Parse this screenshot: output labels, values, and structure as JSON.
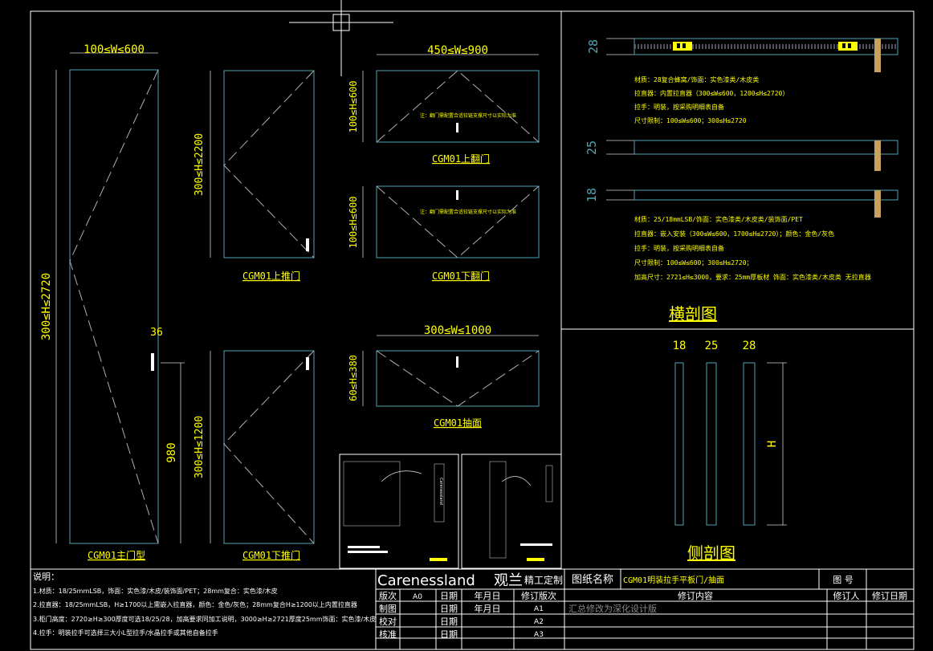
{
  "left_view": {
    "main_door": {
      "width_dim": "100≤W≤600",
      "height_dim": "300≤H≤2720",
      "handle_offset": "36",
      "handle_height": "980",
      "label": "CGM01主门型"
    },
    "upper_door": {
      "height_dim": "300≤H≤2200",
      "label": "CGM01上推门"
    },
    "lower_door": {
      "height_dim": "300≤H≤1200",
      "label": "CGM01下推门"
    },
    "top_flap": {
      "width_dim": "450≤W≤900",
      "height_dim": "100≤H≤600",
      "note": "注：翻门需配置合适铰链支撑尺寸以实际为准",
      "label": "CGM01上翻门"
    },
    "bottom_flap": {
      "height_dim": "100≤H≤600",
      "note": "注：翻门需配置合适铰链支撑尺寸以实际为准",
      "label": "CGM01下翻门"
    },
    "drawer_face": {
      "width_dim": "300≤W≤1000",
      "height_dim": "60≤H≤380",
      "label": "CGM01抽面"
    }
  },
  "cross_section": {
    "thickness_labels": [
      "28",
      "25",
      "18"
    ],
    "spec_28": [
      "材质：28复合蜂窝/饰面：实色漆类/木皮类",
      "拉直器：内置拉直器（300≤W≤600，1200≤H≤2720）",
      "拉手：明装，按采购明细表自备",
      "尺寸限制：100≤W≤600；300≤H≤2720"
    ],
    "spec_25_18": [
      "材质：25/18mmLSB/饰面：实色漆类/木皮类/装饰面/PET",
      "拉直器：嵌入安装（300≤W≤600，1700≤H≤2720）；颜色：金色/灰色",
      "拉手：明装，按采购明细表自备",
      "尺寸限制：100≤W≤600；300≤H≤2720；",
      "加高尺寸：2721≤H≤3000，要求：25mm厚板材 饰面：实色漆类/木皮类 无拉直器"
    ],
    "title": "横剖图"
  },
  "side_view": {
    "labels": [
      "18",
      "25",
      "28"
    ],
    "height_label": "H",
    "title": "侧剖图"
  },
  "notes": {
    "title": "说明：",
    "items": [
      "1.材质：18/25mmLSB，饰面：实色漆/木皮/装饰面/PET；28mm复合：实色漆/木皮",
      "2.拉直器：18/25mmLSB，H≥1700以上需嵌入拉直器，颜色：金色/灰色；28mm复合H≥1200以上内置拉直器",
      "3.柜门高度：2720≥H≥300厚度可选18/25/28，加高要求同加工说明，3000≥H≥2721厚度25mm饰面：实色漆/木皮",
      "4.拉手：明装拉手可选择三大小L型拉手/水晶拉手或其他自备拉手"
    ]
  },
  "detail_thumb": {
    "label": "Carenessland"
  },
  "title_block": {
    "brand": "Carenessland",
    "brand_cn": "观兰",
    "brand_sub": "精工定制",
    "drawing_name_label": "图纸名称",
    "drawing_name": "CGM01明装拉手平板门/抽面",
    "drawing_no_label": "图  号",
    "row_headers": {
      "version": "版次",
      "date": "日期",
      "rev_version": "修订版次",
      "rev_content": "修订内容",
      "reviser": "修订人",
      "rev_date": "修订日期"
    },
    "rows": [
      {
        "role": "版次",
        "v": "A0",
        "date_label": "日期",
        "date": "年月日",
        "rev": "",
        "content": ""
      },
      {
        "role": "制图",
        "v": "",
        "date_label": "日期",
        "date": "年月日",
        "rev": "A1",
        "content": "汇总修改为深化设计版"
      },
      {
        "role": "校对",
        "v": "",
        "date_label": "日期",
        "date": "",
        "rev": "A2",
        "content": ""
      },
      {
        "role": "核准",
        "v": "",
        "date_label": "日期",
        "date": "",
        "rev": "A3",
        "content": ""
      }
    ]
  }
}
